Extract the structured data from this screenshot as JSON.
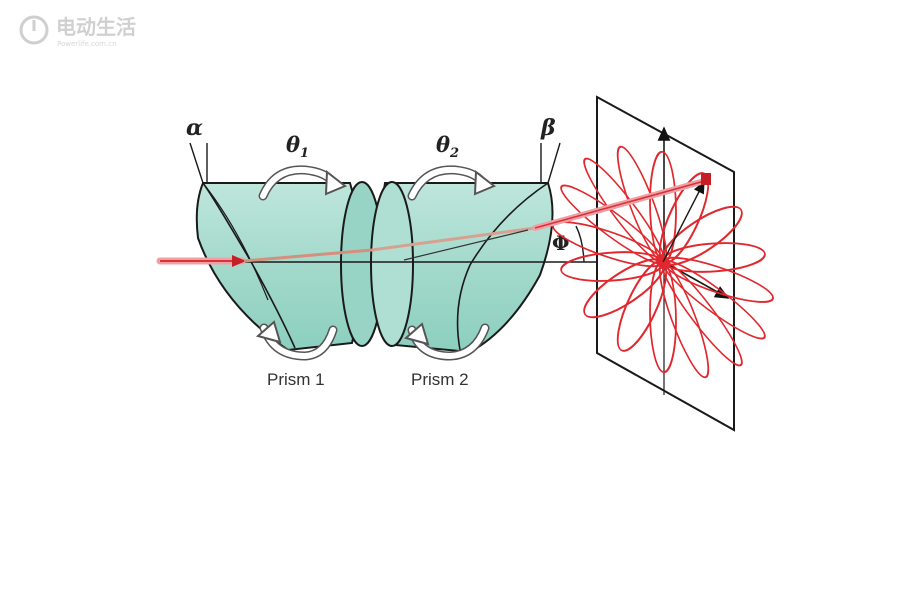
{
  "watermark": {
    "name": "电动生活",
    "url": "Powerlife.com.cn"
  },
  "labels": {
    "alpha": "α",
    "beta": "β",
    "theta1_base": "θ",
    "theta1_sub": "1",
    "theta2_base": "θ",
    "theta2_sub": "2",
    "phi": "Φ",
    "prism1": "Prism 1",
    "prism2": "Prism 2"
  },
  "colors": {
    "prism_fill": "#a8dcd0",
    "prism_fill_dark": "#7cc9b8",
    "prism_edge": "#1a1a1a",
    "beam": "#e8707a",
    "pattern": "#e0282e"
  },
  "pattern": {
    "petal_count": 16
  }
}
